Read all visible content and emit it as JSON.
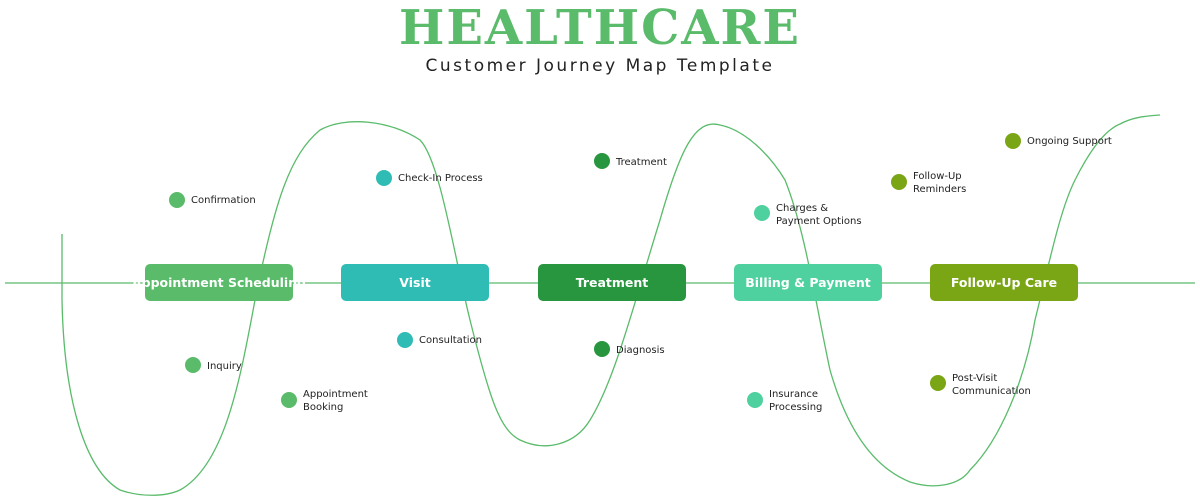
{
  "header": {
    "title": "HEALTHCARE",
    "subtitle": "Customer Journey Map Template"
  },
  "colors": {
    "appointment": "#5abb6b",
    "visit": "#2fbcb4",
    "treatment": "#27963f",
    "billing": "#4fd09f",
    "followup": "#7aa515",
    "curve": "#5abb6b",
    "axis": "#5abb6b"
  },
  "stages": [
    {
      "label": "Appointment Scheduling",
      "color": "#5abb6b"
    },
    {
      "label": "Visit",
      "color": "#2fbcb4"
    },
    {
      "label": "Treatment",
      "color": "#27963f"
    },
    {
      "label": "Billing & Payment",
      "color": "#4fd09f"
    },
    {
      "label": "Follow-Up Care",
      "color": "#7aa515"
    }
  ],
  "touchpoints": {
    "confirmation": {
      "lines": [
        "Confirmation"
      ]
    },
    "inquiry": {
      "lines": [
        "Inquiry"
      ]
    },
    "appointment_booking": {
      "lines": [
        "Appointment",
        "Booking"
      ]
    },
    "check_in": {
      "lines": [
        "Check-In Process"
      ]
    },
    "consultation": {
      "lines": [
        "Consultation"
      ]
    },
    "treatment": {
      "lines": [
        "Treatment"
      ]
    },
    "diagnosis": {
      "lines": [
        "Diagnosis"
      ]
    },
    "charges": {
      "lines": [
        "Charges &",
        "Payment Options"
      ]
    },
    "insurance": {
      "lines": [
        "Insurance",
        "Processing"
      ]
    },
    "followup_reminders": {
      "lines": [
        "Follow-Up",
        "Reminders"
      ]
    },
    "ongoing_support": {
      "lines": [
        "Ongoing Support"
      ]
    },
    "post_visit": {
      "lines": [
        "Post-Visit",
        "Communication"
      ]
    }
  }
}
